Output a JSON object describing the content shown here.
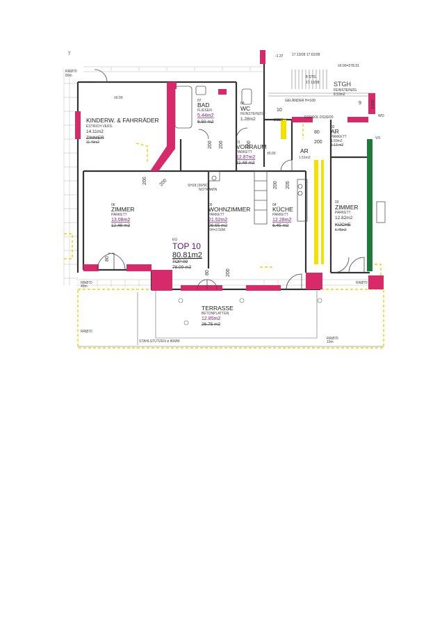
{
  "corner_mark": "T",
  "stair": {
    "level_a": "-1.37",
    "level_b": "17.13/28  17.62/28",
    "level_c": "±0.00=278.31",
    "steps": "8 STG.\n17.13/28",
    "stgh_label": "STGH",
    "stgh_floor": "FEINSTEINZG.",
    "stgh_area": "8.53m2",
    "railing": "GELÄNDER H=100",
    "dimension": "DURSOL DS30/20"
  },
  "ei_labels": [
    "EI230",
    "EI230"
  ],
  "rooms": {
    "kinderw": {
      "title": "KINDERW. & FAHRRÄDER",
      "floor": "ESTRICH VERS.",
      "area": "14.11m2",
      "old_name": "ZIMMER",
      "old_area": "11.49m2"
    },
    "bad": {
      "num": "07",
      "name": "BAD",
      "floor": "FLIESEN",
      "area": "5.44m2",
      "old_area": "6.50 m2"
    },
    "wc": {
      "num": "08",
      "name": "WC",
      "floor": "FEINSTEINZG.",
      "area": "1.28m2"
    },
    "vorraum": {
      "num": "01",
      "name": "VORRAUM",
      "floor": "PARKETT",
      "area": "12.87m2",
      "old_area": "11.48 m2",
      "level": "±0.00"
    },
    "ar_small": {
      "name": "AR",
      "area": "1.51m2"
    },
    "ar_right": {
      "num": "02",
      "name": "AR",
      "floor": "PARKETT",
      "area": "1.59m2",
      "old_area": "1.13 m2"
    },
    "zimmer_left": {
      "num": "06",
      "name": "ZIMMER",
      "floor": "PARKETT",
      "area": "13.08m2",
      "old_area": "12.48 m2"
    },
    "wohnzimmer": {
      "num": "05",
      "name": "WOHNZIMMER",
      "floor": "PARKETT",
      "area": "21.52m2",
      "old_area": "26.65 m2",
      "height": "RH=2.50M"
    },
    "kueche": {
      "num": "04",
      "name": "KÜCHE",
      "floor": "PARKETT",
      "area": "12.28m2",
      "old_area": "6.45 m2"
    },
    "zimmer_right": {
      "num": "03",
      "name": "ZIMMER",
      "floor": "PARKETT",
      "area": "12.82m2",
      "old_name": "KÜCHE",
      "old_area": "6.45m2"
    },
    "terrasse": {
      "name": "TERRASSE",
      "floor": "BETONPLATTEN",
      "area": "12.85m2",
      "old_area": "26.75 m2"
    }
  },
  "unit": {
    "level": "EG",
    "name": "TOP 10",
    "area": "80.81m2",
    "old_name": "TOP 09",
    "old_area": "78.09 m2"
  },
  "level_main": "±0.00",
  "chimney": "SH18 (36/56)\nNOTKAMIN",
  "door_heights": [
    "200",
    "200",
    "200",
    "200",
    "205",
    "200",
    "200",
    "200",
    "200"
  ],
  "door_widths": [
    "80",
    "80",
    "80",
    "10",
    "9"
  ],
  "vo_label": "VO",
  "wo_label": "WO",
  "small_notes": {
    "top_left": "RRØ70\n80m",
    "terrace_pole": "STAHLSTÜTZEN ø 80MM",
    "bottom_left": "RRØ70\n40m",
    "bottom_left2": "RRØ70",
    "bottom_right": "RRØ70\n10m",
    "mid_left": "RRØ70\n40m",
    "mid_right": "RRØ70"
  }
}
